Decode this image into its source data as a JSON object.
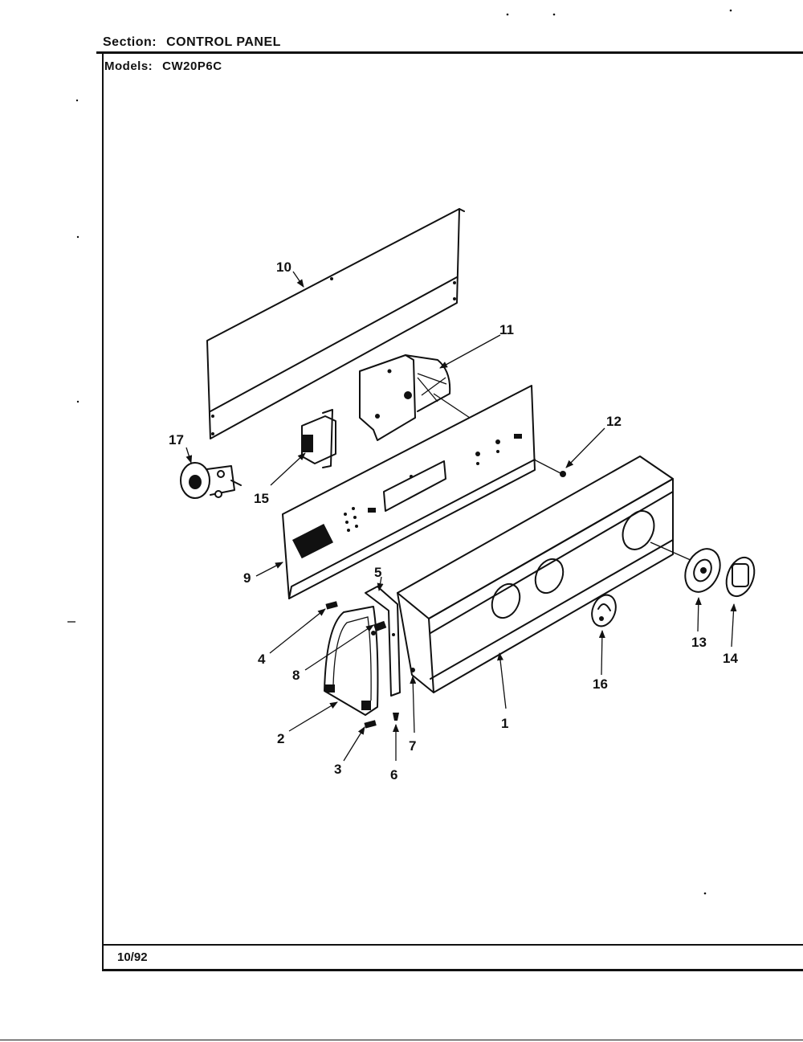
{
  "header": {
    "section_label": "Section:",
    "section_value": "CONTROL PANEL",
    "models_label": "Models:",
    "models_value": "CW20P6C"
  },
  "footer": {
    "date": "10/92"
  },
  "callouts": [
    "1",
    "2",
    "3",
    "4",
    "5",
    "6",
    "7",
    "8",
    "9",
    "10",
    "11",
    "12",
    "13",
    "14",
    "15",
    "16",
    "17"
  ]
}
